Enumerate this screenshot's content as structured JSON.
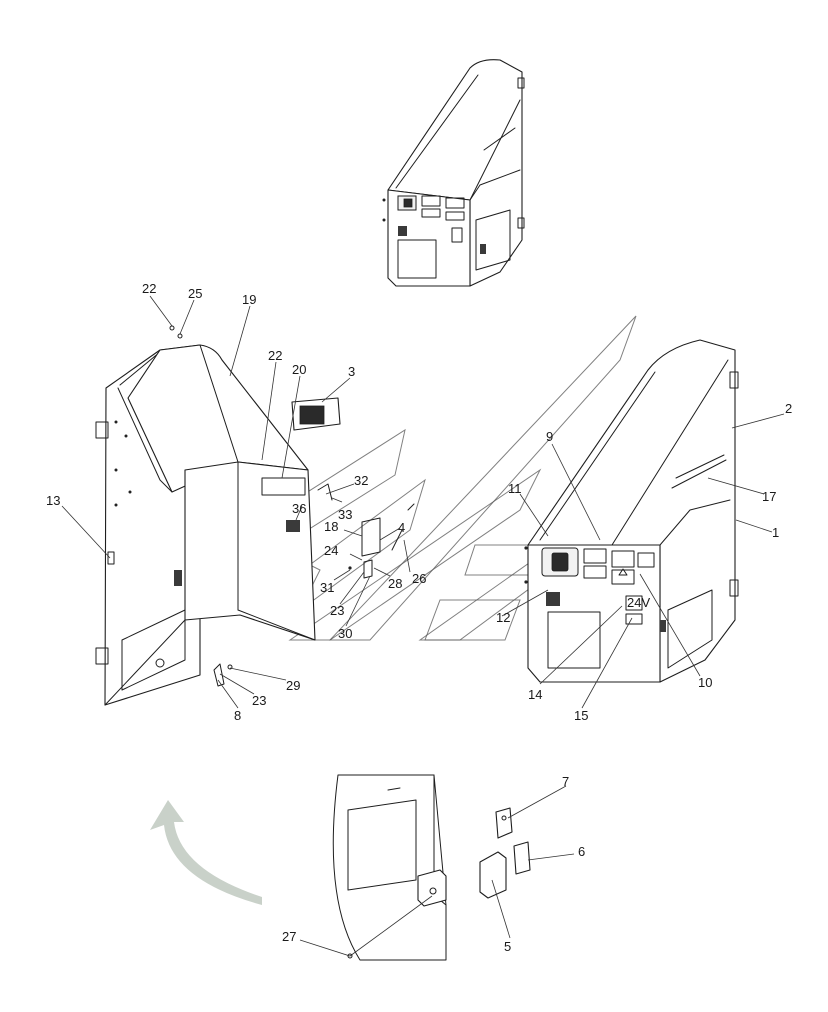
{
  "diagram": {
    "callouts": [
      {
        "id": "c22a",
        "text": "22"
      },
      {
        "id": "c25",
        "text": "25"
      },
      {
        "id": "c19",
        "text": "19"
      },
      {
        "id": "c22b",
        "text": "22"
      },
      {
        "id": "c20",
        "text": "20"
      },
      {
        "id": "c3",
        "text": "3"
      },
      {
        "id": "c2",
        "text": "2"
      },
      {
        "id": "c9",
        "text": "9"
      },
      {
        "id": "c13",
        "text": "13"
      },
      {
        "id": "c32",
        "text": "32"
      },
      {
        "id": "c36",
        "text": "36"
      },
      {
        "id": "c33",
        "text": "33"
      },
      {
        "id": "c18",
        "text": "18"
      },
      {
        "id": "c4",
        "text": "4"
      },
      {
        "id": "c11",
        "text": "11"
      },
      {
        "id": "c17",
        "text": "17"
      },
      {
        "id": "c1",
        "text": "1"
      },
      {
        "id": "c24",
        "text": "24"
      },
      {
        "id": "c31",
        "text": "31"
      },
      {
        "id": "c28",
        "text": "28"
      },
      {
        "id": "c26",
        "text": "26"
      },
      {
        "id": "c23a",
        "text": "23"
      },
      {
        "id": "c30",
        "text": "30"
      },
      {
        "id": "c12",
        "text": "12"
      },
      {
        "id": "c29",
        "text": "29"
      },
      {
        "id": "c23b",
        "text": "23"
      },
      {
        "id": "c8",
        "text": "8"
      },
      {
        "id": "c14",
        "text": "14"
      },
      {
        "id": "c15",
        "text": "15"
      },
      {
        "id": "c10",
        "text": "10"
      },
      {
        "id": "c7",
        "text": "7"
      },
      {
        "id": "c6",
        "text": "6"
      },
      {
        "id": "c27",
        "text": "27"
      },
      {
        "id": "c5",
        "text": "5"
      }
    ],
    "label_24v": "24V"
  },
  "colors": {
    "line": "#1e1e1e",
    "arrow": "#bfc8bf",
    "grille": "#3a3a3a"
  }
}
